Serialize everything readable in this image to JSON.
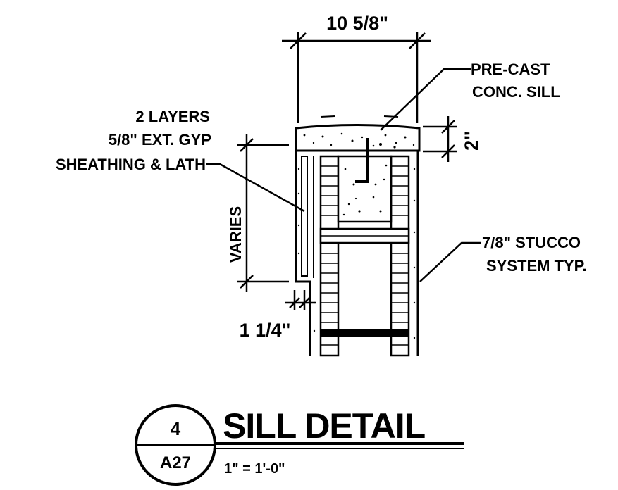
{
  "dimensions": {
    "overall_width": "10 5/8\"",
    "sill_height": "2\"",
    "varies": "VARIES",
    "offset": "1 1/4\""
  },
  "notes": {
    "precast_line1": "PRE-CAST",
    "precast_line2": "CONC. SILL",
    "gyp_line1": "2 LAYERS",
    "gyp_line2": "5/8\" EXT. GYP",
    "gyp_line3": "SHEATHING & LATH",
    "stucco_line1": "7/8\" STUCCO",
    "stucco_line2": "SYSTEM TYP."
  },
  "title_block": {
    "detail_number": "4",
    "sheet_number": "A27",
    "title": "SILL DETAIL",
    "scale": "1\" = 1'-0\""
  }
}
